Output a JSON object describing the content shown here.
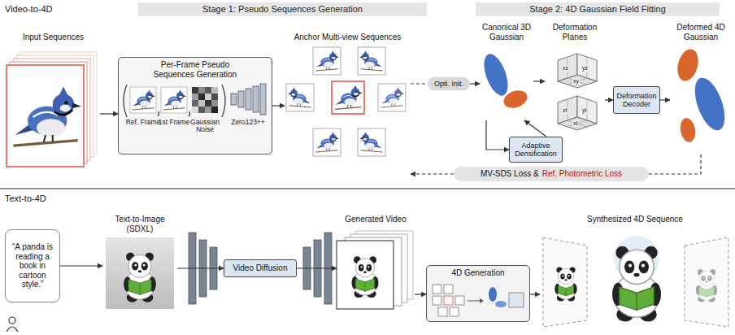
{
  "diagram": {
    "nodes": [
      {
        "text": [
          "Stage 1: Pseudo Sequences Generation"
        ]
      },
      {
        "text": [
          "Stage 2: 4D Gaussian Field Fitting"
        ]
      },
      {
        "text": [
          "Input Sequences"
        ]
      },
      {
        "text": [
          "Per-Frame Pseudo Sequences Generation"
        ]
      },
      {
        "text": [
          "Anchor Multi-view Sequences"
        ]
      },
      {
        "text": [
          "Opti. Init."
        ]
      },
      {
        "text": [
          "Canonical 3D Gaussian"
        ]
      },
      {
        "text": [
          "Deformation Planes"
        ]
      },
      {
        "text": [
          "Deformation Decoder"
        ]
      },
      {
        "text": [
          "Deformed 4D Gaussian"
        ]
      },
      {
        "text": [
          "Adaptive Densification"
        ]
      },
      {
        "text": [
          "MV-SDS Loss &",
          "Ref. Photometric Loss"
        ]
      },
      {
        "text": [
          "“A panda is reading a book in cartoon style.”"
        ]
      },
      {
        "text": [
          "Text-to-Image (SDXL)"
        ]
      },
      {
        "text": [
          "Video Diffusion"
        ]
      },
      {
        "text": [
          "Generated Video"
        ]
      },
      {
        "text": [
          "4D Generation"
        ]
      },
      {
        "text": [
          "Synthesized 4D Sequence"
        ]
      }
    ],
    "edges": [
      {
        "from": 2,
        "to": 3,
        "arrow": "to"
      },
      {
        "from": 3,
        "to": 4,
        "arrow": "to"
      },
      {
        "from": 4,
        "to": 5,
        "arrow": "none"
      },
      {
        "from": 5,
        "to": 6,
        "arrow": "to"
      },
      {
        "from": 6,
        "to": 7,
        "arrow": "to"
      },
      {
        "from": 7,
        "to": 8,
        "arrow": "to"
      },
      {
        "from": 8,
        "to": 9,
        "arrow": "to"
      },
      {
        "from": 6,
        "to": 10,
        "arrow": "to"
      },
      {
        "from": 10,
        "to": 6,
        "arrow": "to"
      },
      {
        "from": 9,
        "to": 11,
        "arrow": "none"
      },
      {
        "from": 11,
        "to": 4,
        "arrow": "to"
      },
      {
        "from": 12,
        "to": 13,
        "arrow": "to"
      },
      {
        "from": 13,
        "to": 14,
        "arrow": "to"
      },
      {
        "from": 14,
        "to": 15,
        "arrow": "to"
      },
      {
        "from": 15,
        "to": 16,
        "arrow": "to"
      },
      {
        "from": 16,
        "to": 17,
        "arrow": "to"
      }
    ],
    "labels": [
      "Video-to-4D",
      "Ref. Frame",
      "1st Frame",
      "Gaussian Noise",
      "Zero123++",
      "xz",
      "yz",
      "xy",
      "zt",
      "yt",
      "xt",
      "Text-to-4D"
    ]
  }
}
